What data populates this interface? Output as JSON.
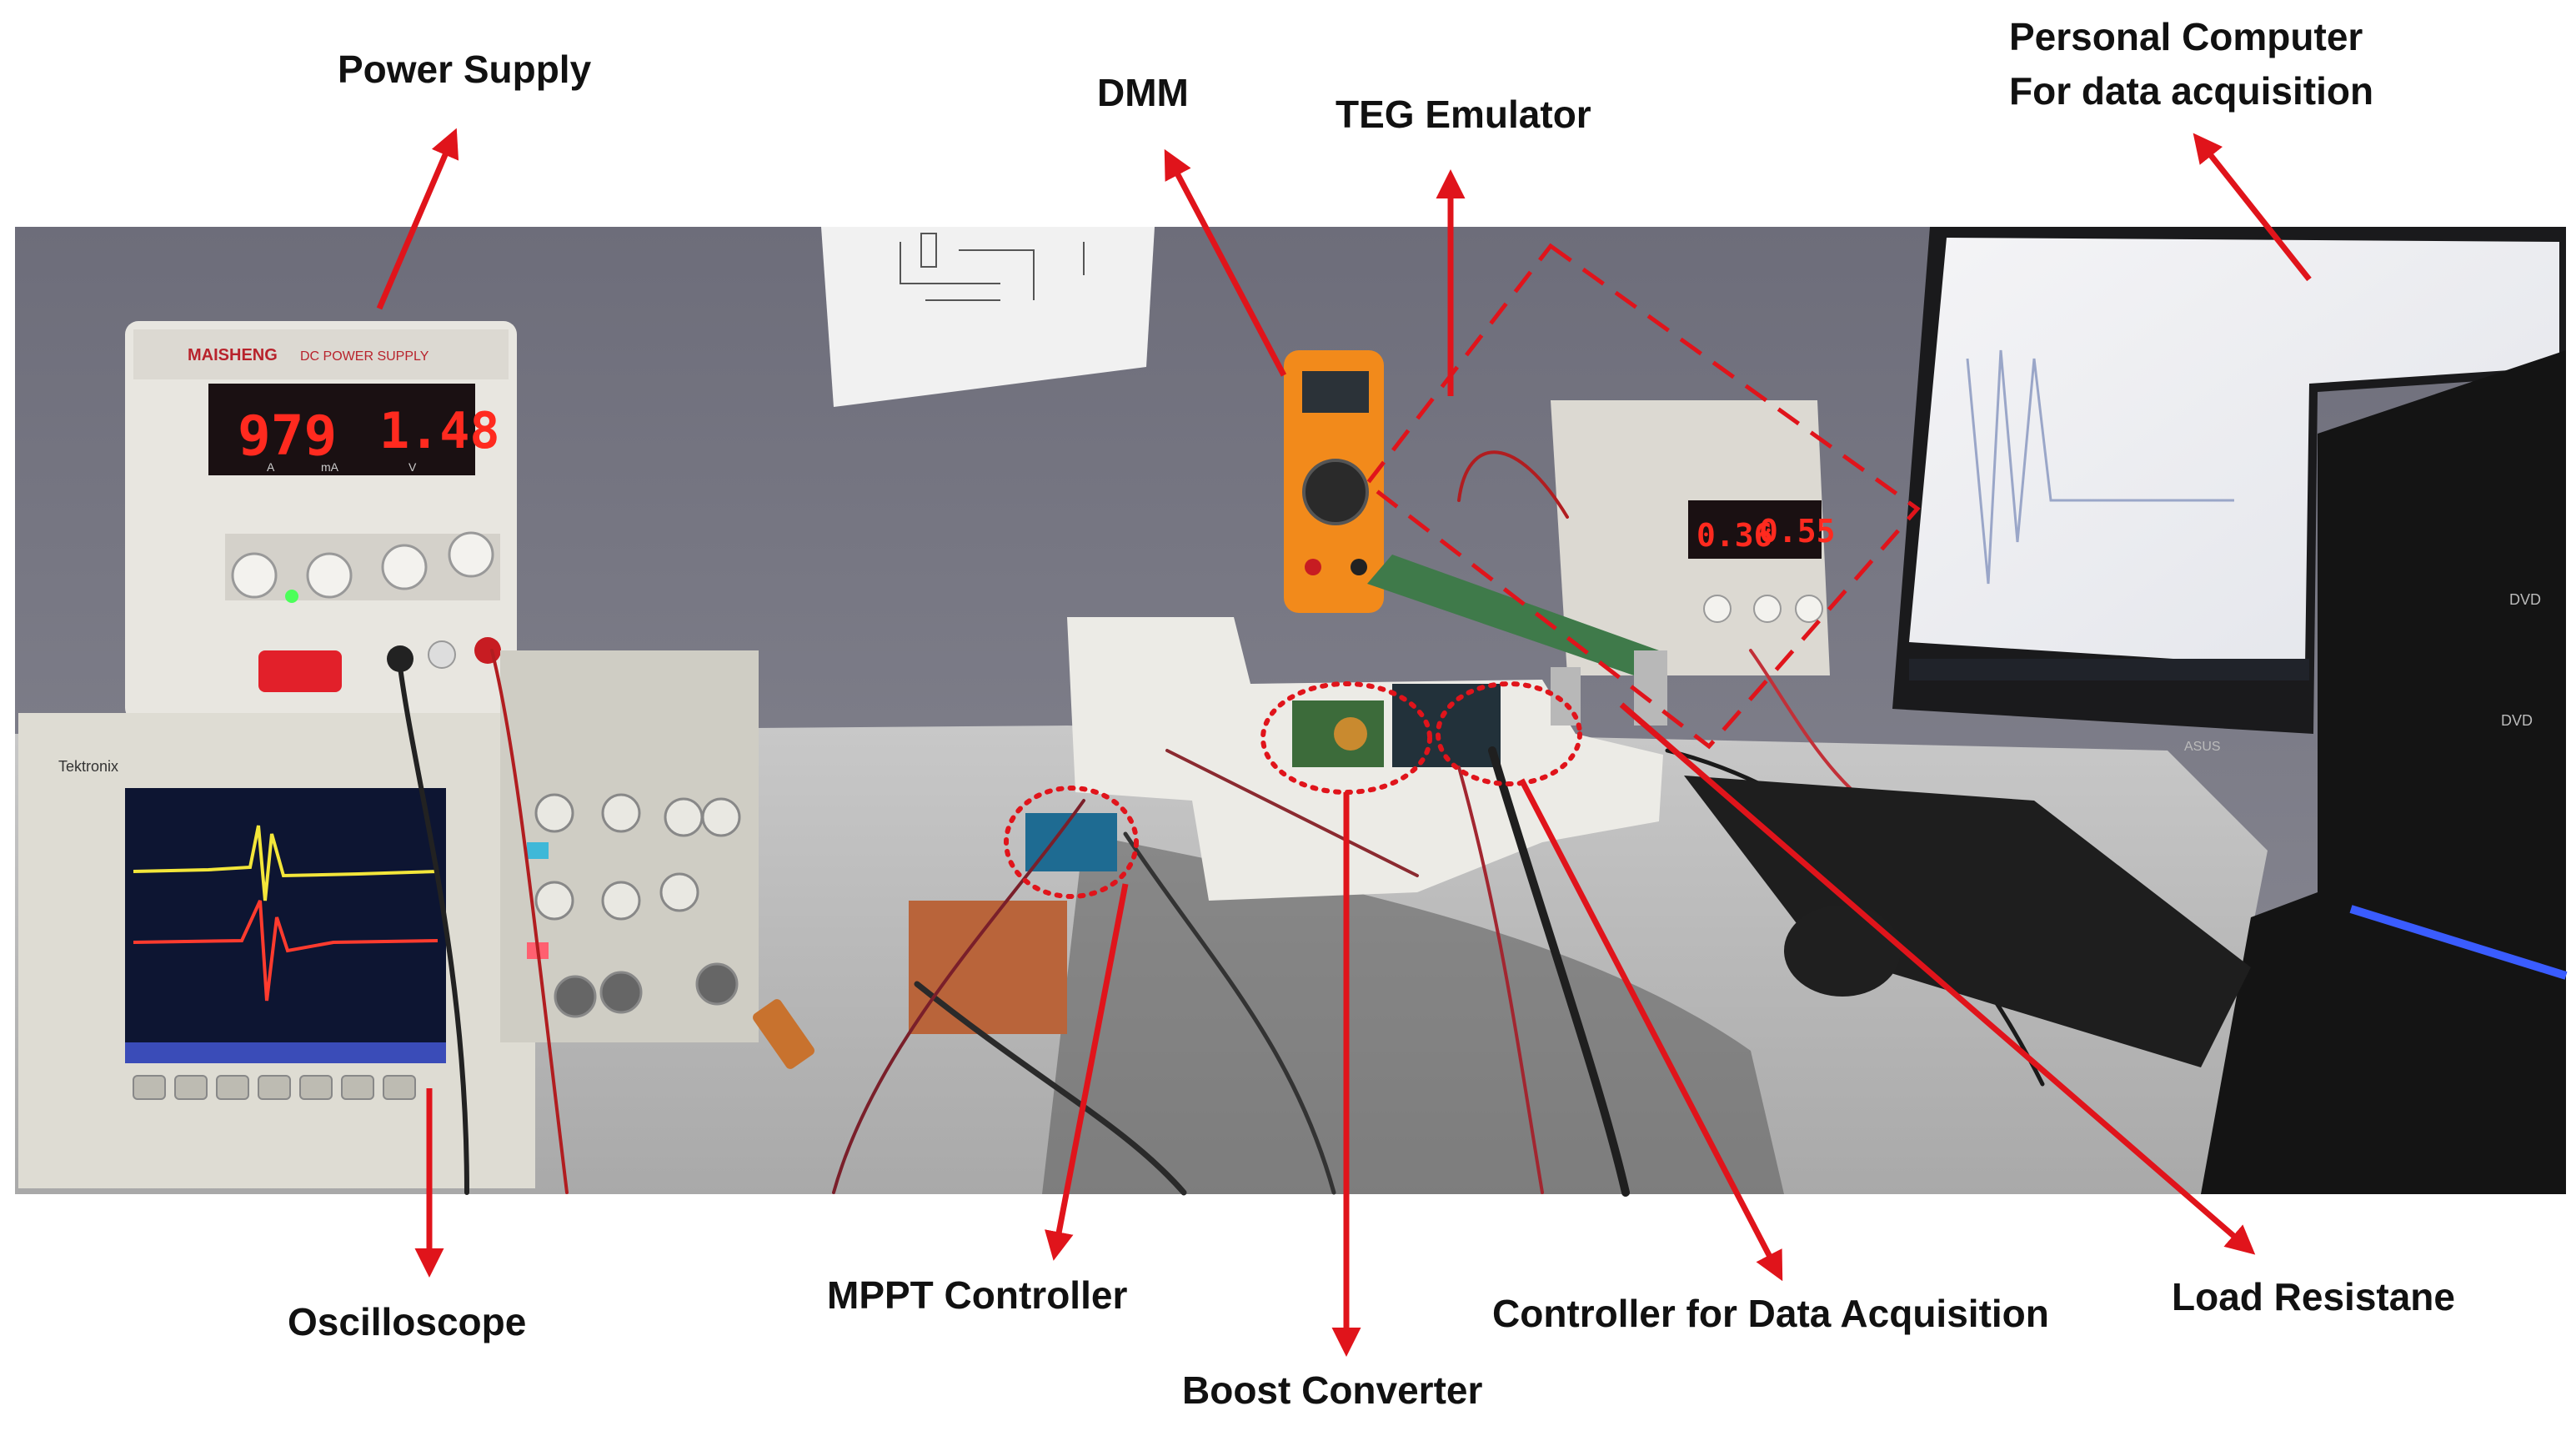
{
  "labels": {
    "power_supply": "Power Supply",
    "dmm": "DMM",
    "teg_emulator": "TEG Emulator",
    "personal_computer": "Personal Computer\nFor data acquisition",
    "oscilloscope": "Oscilloscope",
    "mppt_controller": "MPPT Controller",
    "boost_converter": "Boost Converter",
    "controller_data_acquisition": "Controller for Data Acquisition",
    "load_resistance": "Load Resistane"
  },
  "device_text": {
    "psu_brand": "MAISHENG",
    "psu_model": "DC POWER SUPPLY",
    "psu_current": "979",
    "psu_voltage": "1.48",
    "psu_unit_a": "A",
    "psu_unit_ma": "mA",
    "psu_unit_v": "V",
    "teg_current": "0.36",
    "teg_voltage": "0.55",
    "scope_brand": "Tektronix",
    "monitor_brand": "ASUS",
    "dvd1": "DVD",
    "dvd2": "DVD"
  },
  "colors": {
    "annotation": "#e0141b",
    "label_text": "#111111",
    "led_display": "#ff2a1f"
  }
}
